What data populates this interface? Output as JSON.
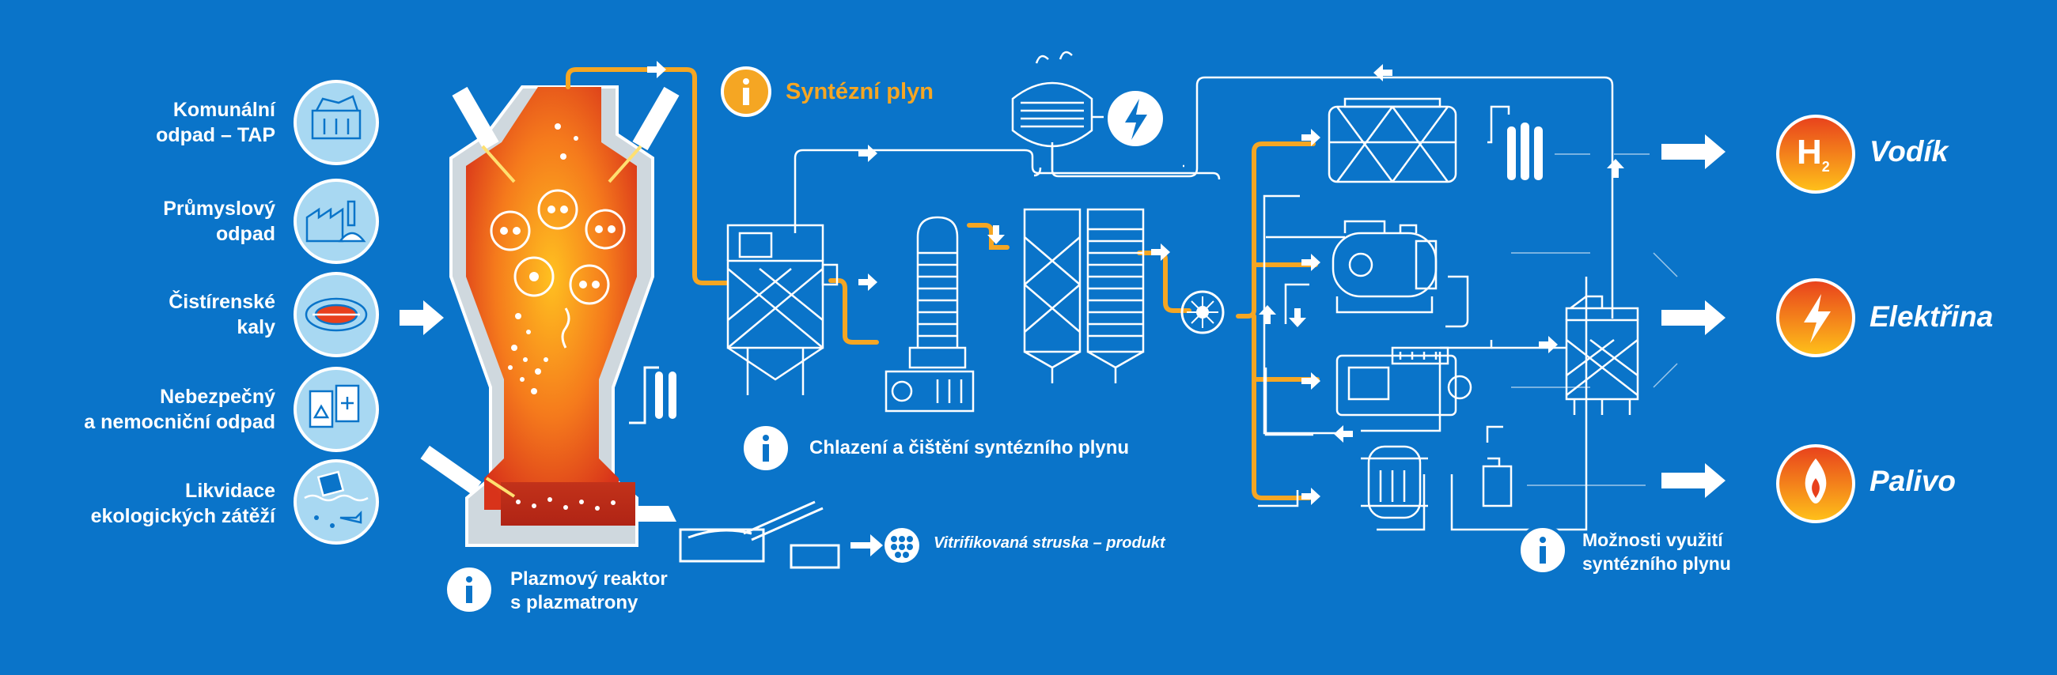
{
  "inputs": [
    {
      "label_line1": "Komunální",
      "label_line2": "odpad – TAP",
      "icon": "trash-container-icon"
    },
    {
      "label_line1": "Průmyslový",
      "label_line2": "odpad",
      "icon": "factory-icon"
    },
    {
      "label_line1": "Čistírenské",
      "label_line2": "kaly",
      "icon": "sludge-tank-icon"
    },
    {
      "label_line1": "Nebezpečný",
      "label_line2": "a nemocniční odpad",
      "icon": "hazardous-barrels-icon"
    },
    {
      "label_line1": "Likvidace",
      "label_line2": "ekologických zátěží",
      "icon": "polluted-water-icon"
    }
  ],
  "reactor": {
    "label_line1": "Plazmový reaktor",
    "label_line2": "s plazmatrony"
  },
  "syngas": {
    "label": "Syntézní plyn"
  },
  "cooling": {
    "label": "Chlazení a čištění syntézního plynu"
  },
  "slag": {
    "label": "Vitrifikovaná struska – produkt"
  },
  "usage": {
    "label_line1": "Možnosti využití",
    "label_line2": "syntézního plynu"
  },
  "outputs": [
    {
      "label": "Vodík",
      "icon": "hydrogen-icon",
      "symbol": "H",
      "subscript": "2"
    },
    {
      "label": "Elektřina",
      "icon": "lightning-icon"
    },
    {
      "label": "Palivo",
      "icon": "flame-icon"
    }
  ],
  "colors": {
    "background": "#0a74c9",
    "line": "#ffffff",
    "syngas_pipe": "#f5a623",
    "reactor_hot": "#e8401c",
    "reactor_core": "#ffb020",
    "output_gradient_top": "#e8401c",
    "output_gradient_bottom": "#ffc21a"
  }
}
